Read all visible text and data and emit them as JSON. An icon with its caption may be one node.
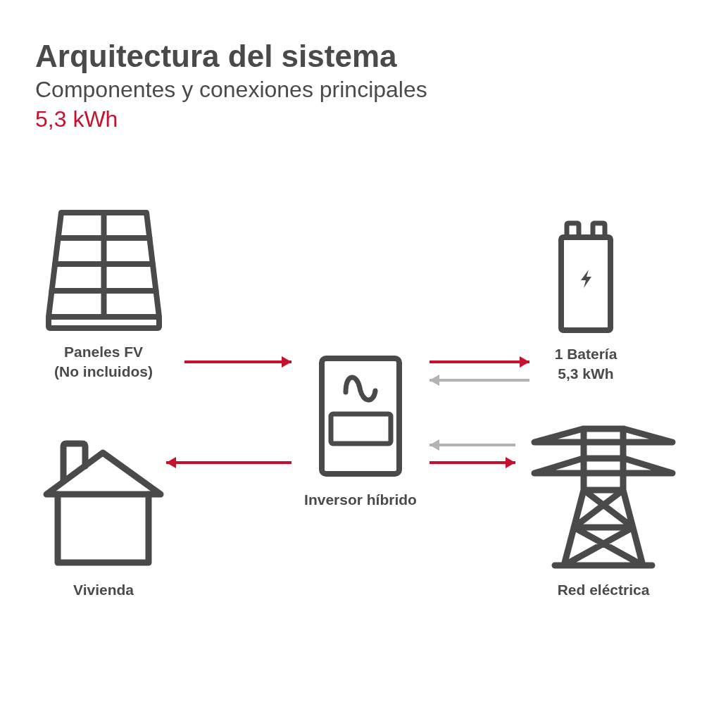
{
  "diagram": {
    "title": "Arquitectura del sistema",
    "nodes": [
      {
        "text": [
          "Paneles FV",
          "(No incluidos)"
        ]
      },
      {
        "text": [
          "Inversor híbrido"
        ]
      },
      {
        "text": [
          "1 Batería",
          "5,3 kWh"
        ]
      },
      {
        "text": [
          "Vivienda"
        ]
      },
      {
        "text": [
          "Red eléctrica"
        ]
      }
    ],
    "edges": [
      {
        "from": 0,
        "to": 1,
        "arrow": "to"
      },
      {
        "from": 1,
        "to": 2,
        "arrow": "to"
      },
      {
        "from": 2,
        "to": 1,
        "arrow": "to",
        "color": "#b3b3b3"
      },
      {
        "from": 4,
        "to": 1,
        "arrow": "to",
        "color": "#b3b3b3"
      },
      {
        "from": 1,
        "to": 4,
        "arrow": "to"
      },
      {
        "from": 1,
        "to": 3,
        "arrow": "to"
      }
    ],
    "labels": [
      "Componentes y conexiones principales",
      "5,3 kWh"
    ]
  }
}
